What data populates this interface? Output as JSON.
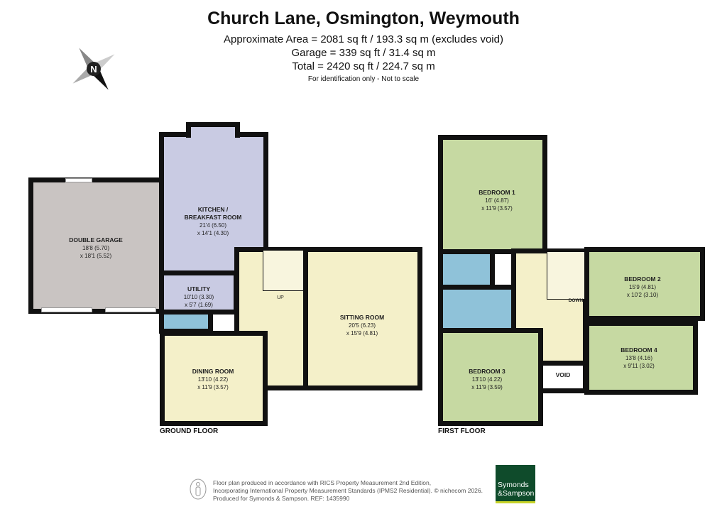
{
  "header": {
    "title": "Church Lane, Osmington, Weymouth",
    "area": "Approximate Area = 2081 sq ft / 193.3 sq m (excludes void)",
    "garage": "Garage = 339 sq ft / 31.4 sq m",
    "total": "Total = 2420 sq ft / 224.7 sq m",
    "note": "For identification only - Not to scale"
  },
  "compass": {
    "letter": "N"
  },
  "colors": {
    "garage": "#c9c4c2",
    "kitchen": "#c9cbe3",
    "hall": "#f4f0c9",
    "bedroom": "#c6d9a2",
    "bathroom": "#8fc2d9",
    "wall": "#111111"
  },
  "ground_floor": {
    "label": "GROUND FLOOR",
    "stairs_label": "UP",
    "rooms": [
      {
        "name": "DOUBLE GARAGE",
        "dim1": "18'8 (5.70)",
        "dim2": "x 18'1 (5.52)"
      },
      {
        "name": "KITCHEN /",
        "name2": "BREAKFAST ROOM",
        "dim1": "21'4 (6.50)",
        "dim2": "x 14'1 (4.30)"
      },
      {
        "name": "UTILITY",
        "dim1": "10'10 (3.30)",
        "dim2": "x 5'7 (1.69)"
      },
      {
        "name": "SITTING ROOM",
        "dim1": "20'5 (6.23)",
        "dim2": "x 15'9 (4.81)"
      },
      {
        "name": "DINING ROOM",
        "dim1": "13'10 (4.22)",
        "dim2": "x 11'9 (3.57)"
      }
    ]
  },
  "first_floor": {
    "label": "FIRST FLOOR",
    "stairs_label": "DOWN",
    "void_label": "VOID",
    "rooms": [
      {
        "name": "BEDROOM 1",
        "dim1": "16' (4.87)",
        "dim2": "x 11'9 (3.57)"
      },
      {
        "name": "BEDROOM 2",
        "dim1": "15'9 (4.81)",
        "dim2": "x 10'2 (3.10)"
      },
      {
        "name": "BEDROOM 3",
        "dim1": "13'10 (4.22)",
        "dim2": "x 11'9 (3.59)"
      },
      {
        "name": "BEDROOM 4",
        "dim1": "13'8 (4.16)",
        "dim2": "x 9'11 (3.02)"
      }
    ]
  },
  "footer": {
    "line1": "Floor plan produced in accordance with RICS Property Measurement 2nd Edition,",
    "line2": "Incorporating International Property Measurement Standards (IPMS2 Residential).   © nichecom 2026.",
    "line3": "Produced for Symonds & Sampson.   REF: 1435990",
    "logo_line1": "Symonds",
    "logo_line2": "&Sampson"
  }
}
